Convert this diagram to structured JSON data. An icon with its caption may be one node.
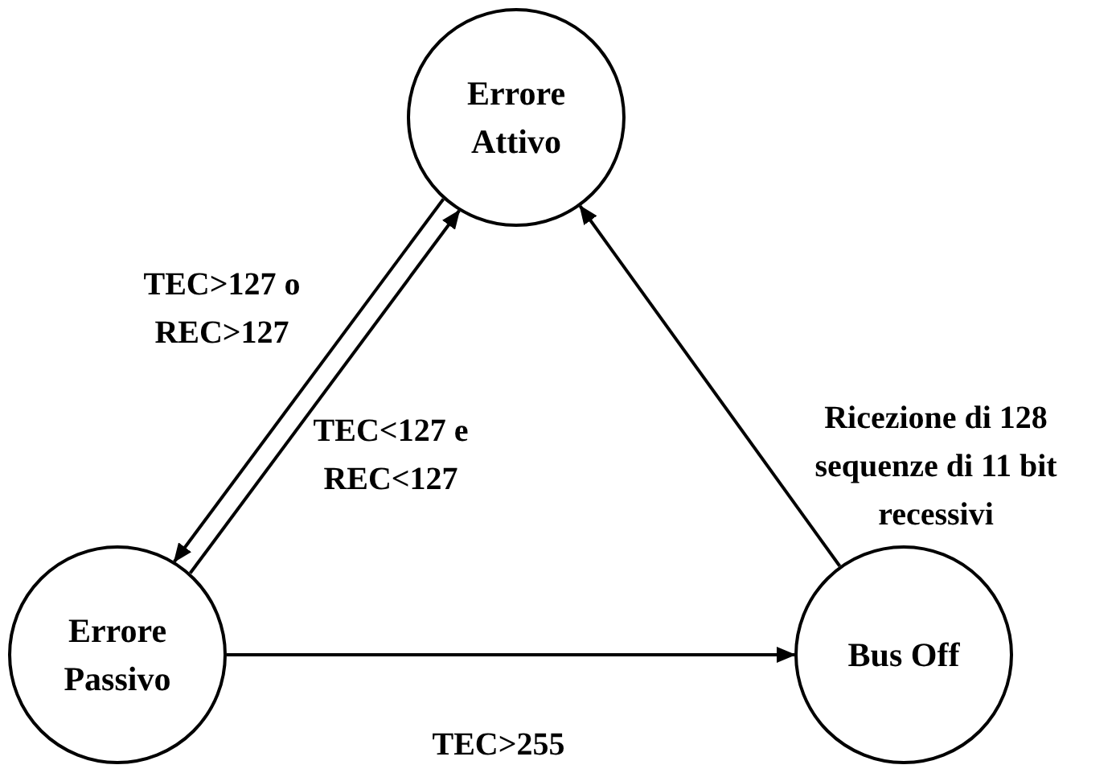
{
  "diagram": {
    "nodes": [
      {
        "text": [
          "Errore Attivo"
        ]
      },
      {
        "text": [
          "Errore Passivo"
        ]
      },
      {
        "text": [
          "Bus Off"
        ]
      }
    ],
    "edges": [
      {
        "from": 0,
        "to": 1,
        "arrow": "to",
        "label": "TEC>127 o REC>127"
      },
      {
        "from": 1,
        "to": 0,
        "arrow": "to",
        "label": "TEC<127 e REC<127"
      },
      {
        "from": 1,
        "to": 2,
        "arrow": "to",
        "label": "TEC>255"
      },
      {
        "from": 2,
        "to": 0,
        "arrow": "to",
        "label": "Ricezione di 128 sequenze di 11 bit recessivi"
      }
    ]
  }
}
